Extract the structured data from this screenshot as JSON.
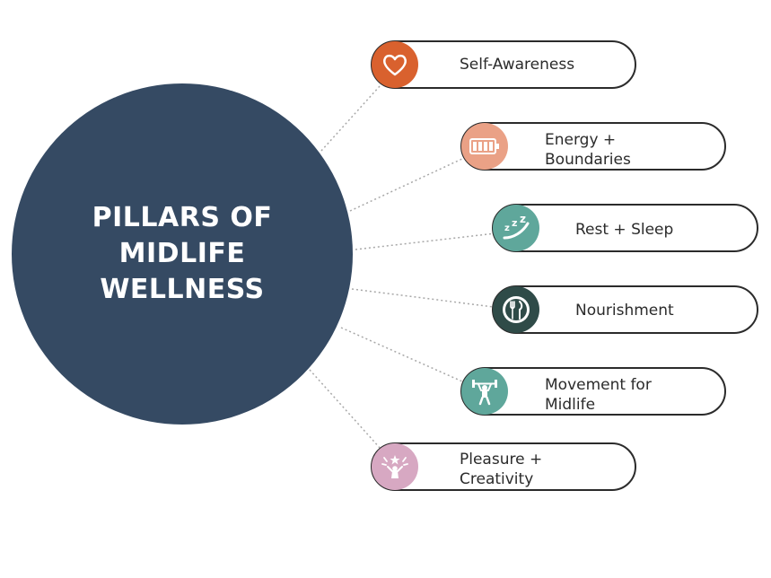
{
  "hub": {
    "title_lines": [
      "PILLARS OF",
      "MIDLIFE",
      "WELLNESS"
    ],
    "color": "#354a63"
  },
  "pillars": [
    {
      "lines": [
        "Self-Awareness"
      ],
      "icon": "heart-icon",
      "color": "#d9612e"
    },
    {
      "lines": [
        "Energy +",
        "Boundaries"
      ],
      "icon": "battery-icon",
      "color": "#eaa186"
    },
    {
      "lines": [
        "Rest + Sleep"
      ],
      "icon": "sleep-icon",
      "color": "#5fa79b"
    },
    {
      "lines": [
        "Nourishment"
      ],
      "icon": "plate-utensils-icon",
      "color": "#2f4b48"
    },
    {
      "lines": [
        "Movement for",
        "Midlife"
      ],
      "icon": "weightlifter-icon",
      "color": "#5fa79b"
    },
    {
      "lines": [
        "Pleasure +",
        "Creativity"
      ],
      "icon": "celebration-icon",
      "color": "#d7a8c2"
    }
  ]
}
